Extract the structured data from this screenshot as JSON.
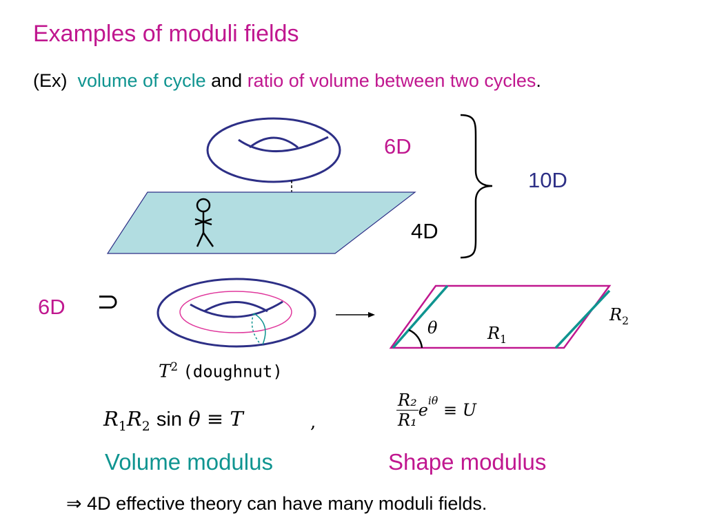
{
  "slide": {
    "title": "Examples of moduli fields",
    "intro": {
      "prefix": "(Ex)",
      "term1": "volume of cycle",
      "joiner": "and",
      "term2": "ratio of volume between two cycles",
      "period": "."
    },
    "dimensions": {
      "internal": "6D",
      "spacetime": "4D",
      "total": "10D",
      "internal_repeat": "6D"
    },
    "subset_symbol": "⊃",
    "arrow_symbol": "⟶",
    "torus": {
      "name": "T",
      "exponent": "2",
      "description": "(doughnut)"
    },
    "parallelogram": {
      "angle": "θ",
      "side1": {
        "R": "R",
        "sub": "1"
      },
      "side2": {
        "R": "R",
        "sub": "2"
      }
    },
    "volume_formula": {
      "r1": "R",
      "r1_sub": "1",
      "r2": "R",
      "r2_sub": "2",
      "sin": "sin",
      "theta": "θ",
      "equiv": "≡",
      "rhs": "T",
      "comma": ","
    },
    "shape_formula": {
      "num": "R₂",
      "den": "R₁",
      "exp_base": "e",
      "exp": "iθ",
      "equiv": "≡",
      "rhs": "U"
    },
    "volume_caption": "Volume modulus",
    "shape_caption": "Shape modulus",
    "conclusion": "⇒ 4D effective theory can have many moduli fields."
  },
  "colors": {
    "magenta": "#c0178f",
    "teal": "#0f9490",
    "navy": "#2d2f86",
    "plane_fill": "#b2dde1"
  }
}
